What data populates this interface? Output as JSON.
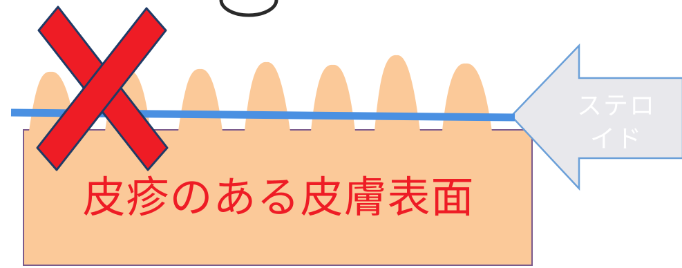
{
  "diagram": {
    "skin_label": "皮疹のある皮膚表面",
    "arrow_label_line1": "ステロ",
    "arrow_label_line2": "イド",
    "colors": {
      "skin_fill": "#fbc999",
      "skin_stroke": "#7a5a8c",
      "drug_line": "#4a90e2",
      "cross": "#ee1c25",
      "cross_outline": "#1f3b66",
      "arrow_fill": "#e8e8ec",
      "arrow_stroke": "#6a9fd8",
      "skin_label_color": "#ee1c25",
      "arrow_label_color": "#ffffff"
    }
  }
}
